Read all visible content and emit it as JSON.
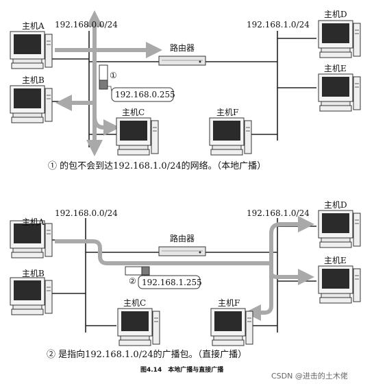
{
  "top": {
    "net_left": "192.168.0.0/24",
    "net_right": "192.168.1.0/24",
    "router": "路由器",
    "hosts": {
      "A": "主机A",
      "B": "主机B",
      "C": "主机C",
      "D": "主机D",
      "E": "主机E",
      "F": "主机F"
    },
    "packet_marker": "①",
    "packet_addr": "192.168.0.255",
    "caption": "① 的包不会到达192.168.1.0/24的网络。（本地广播）"
  },
  "bottom": {
    "net_left": "192.168.0.0/24",
    "net_right": "192.168.1.0/24",
    "router": "路由器",
    "hosts": {
      "A": "主机A",
      "B": "主机B",
      "C": "主机C",
      "D": "主机D",
      "E": "主机E",
      "F": "主机F"
    },
    "packet_marker": "②",
    "packet_addr": "192.168.1.255",
    "caption": "② 是指向192.168.1.0/24的广播包。（直接广播）"
  },
  "figure_caption": "图4.14　本地广播与直接广播",
  "watermark": "CSDN @进击的土木佬"
}
